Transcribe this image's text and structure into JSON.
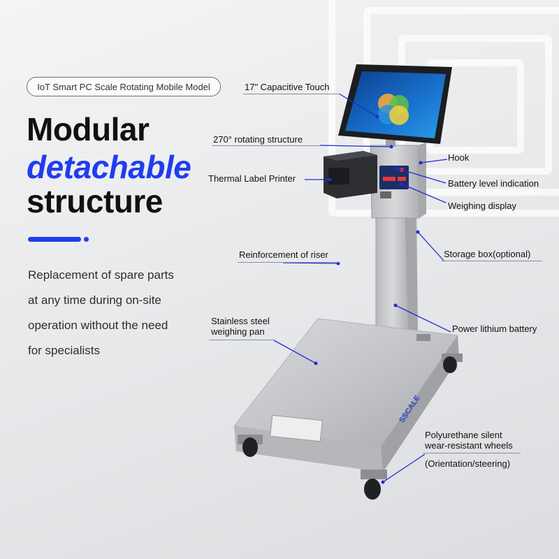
{
  "subtitle_pill": "IoT Smart PC Scale Rotating Mobile Model",
  "headline": {
    "line1": "Modular",
    "line2": "detachable",
    "line3": "structure"
  },
  "description": [
    "Replacement of spare parts",
    "at any time during on-site",
    "operation without the need",
    "for specialists"
  ],
  "callouts": {
    "capacitive_touch": "17\" Capacitive Touch",
    "rotating_structure": "270° rotating structure",
    "thermal_printer": "Thermal Label Printer",
    "hook": "Hook",
    "battery_level": "Battery level indication",
    "weighing_display": "Weighing display",
    "riser": "Reinforcement of riser",
    "storage_box": "Storage box(optional)",
    "pan_line1": "Stainless steel",
    "pan_line2": "weighing pan",
    "battery": "Power lithium battery",
    "wheels_line1": "Polyurethane silent",
    "wheels_line2": "wear-resistant wheels",
    "wheels_line3": "(Orientation/steering)"
  },
  "colors": {
    "accent": "#1f3df0",
    "callout_line": "#1f2bd8"
  }
}
